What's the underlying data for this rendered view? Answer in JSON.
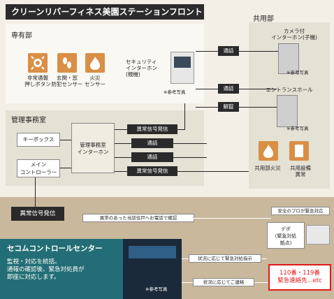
{
  "title": "クリーンリバーフィネス美園ステーションフロント",
  "zones": {
    "private": "専有部",
    "management": "管理事務室",
    "common": "共用部"
  },
  "private_items": [
    {
      "label": "非常通報\n押しボタン",
      "icon": "emergency-button-icon"
    },
    {
      "label": "玄関・窓\n防犯センサー",
      "icon": "footprints-icon"
    },
    {
      "label": "火災\nセンサー",
      "icon": "flame-icon"
    }
  ],
  "intercom_parent": "セキュリティ\nインターホン\n(親機)",
  "photo_note": "※参考写真",
  "common_camera": "カメラ付\nインターホン(子機)",
  "entrance_hall": "エントランスホール",
  "common_fire": "共用部火災",
  "common_equipment": "共用設備\n異常",
  "keybox": "キーボックス",
  "main_controller": "メイン\nコントローラー",
  "mgmt_intercom": "管理事務室\nインターホン",
  "connections": {
    "call1": "通話",
    "call2": "通話",
    "unlock": "解錠",
    "abnormal1": "異常信号発信",
    "call3": "通話",
    "call4": "通話",
    "abnormal2": "異常信号発信"
  },
  "abnormal_send": "異常信号発信",
  "secom_center": "セコムコントロールセンター",
  "secom_desc": "監視・対応を統括。\n通報の確認後、緊急対処員が\n即座に対応します。",
  "notes": {
    "confirm_call": "異常のあった当該住戸へお電話で確認",
    "pro_response": "安全のプロが緊急対応",
    "depot": "デポ\n(緊急対処\n拠点)",
    "dispatch": "状況に応じて緊急対処指示",
    "contact": "状況に応じてご連絡",
    "emergency_numbers": "110番・119番\n緊急連絡先...etc"
  }
}
